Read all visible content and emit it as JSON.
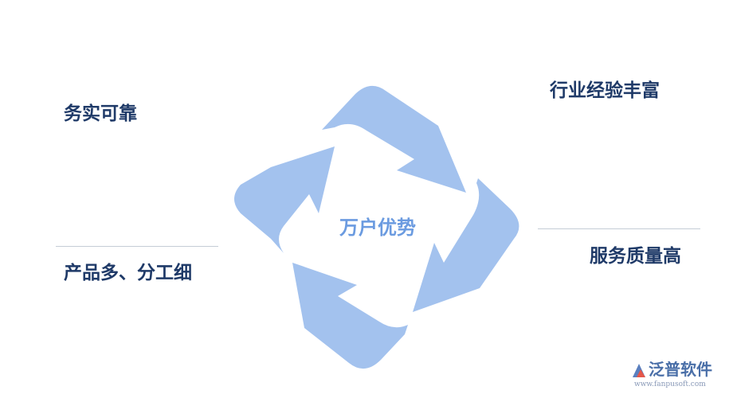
{
  "diagram": {
    "center": "万户优势",
    "labels": {
      "top_left": "务实可靠",
      "bottom_left": "产品多、分工细",
      "top_right": "行业经验丰富",
      "bottom_right": "服务质量高"
    },
    "arrow_color": "#a3c2ee",
    "text_color": "#1f3a68",
    "center_text_color": "#6b9be0"
  },
  "logo": {
    "name": "泛普软件",
    "url": "www.fanpusoft.com",
    "icon": "fanpu-logo-icon"
  }
}
